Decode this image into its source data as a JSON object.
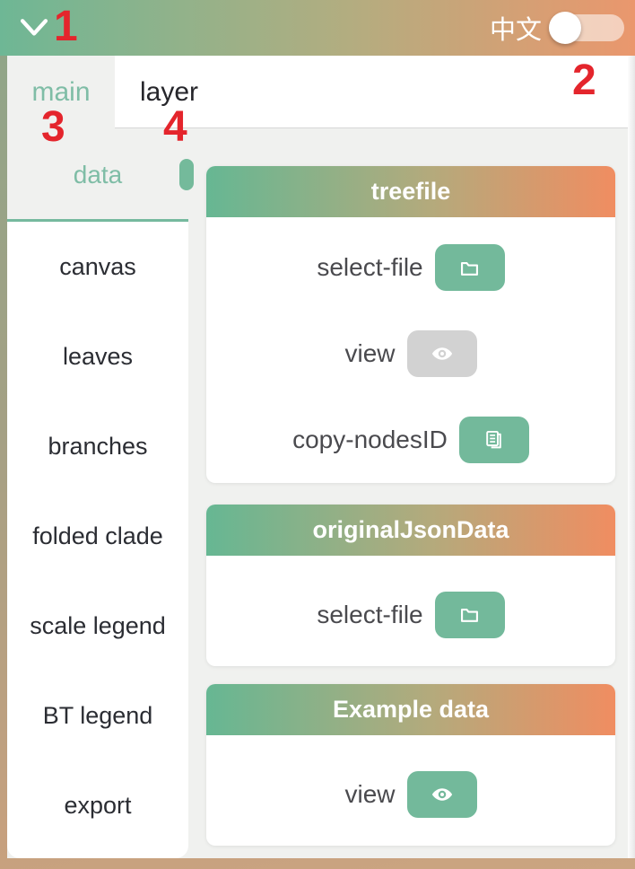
{
  "header": {
    "language_label": "中文",
    "language_toggle_state": "off"
  },
  "annotations": {
    "n1": "1",
    "n2": "2",
    "n3": "3",
    "n4": "4"
  },
  "tabs": [
    {
      "label": "main",
      "active": true
    },
    {
      "label": "layer",
      "active": false
    }
  ],
  "sidebar": {
    "active_item": "data",
    "items": [
      "canvas",
      "leaves",
      "branches",
      "folded clade",
      "scale legend",
      "BT legend",
      "export"
    ]
  },
  "cards": [
    {
      "title": "treefile",
      "rows": [
        {
          "label": "select-file",
          "icon": "folder-icon",
          "button_style": "primary"
        },
        {
          "label": "view",
          "icon": "eye-icon",
          "button_style": "disabled"
        },
        {
          "label": "copy-nodesID",
          "icon": "copy-icon",
          "button_style": "primary"
        }
      ]
    },
    {
      "title": "originalJsonData",
      "rows": [
        {
          "label": "select-file",
          "icon": "folder-icon",
          "button_style": "primary"
        }
      ]
    },
    {
      "title": "Example data",
      "rows": [
        {
          "label": "view",
          "icon": "eye-icon",
          "button_style": "primary"
        }
      ]
    }
  ],
  "colors": {
    "accent_teal": "#73b99b",
    "accent_teal_text": "#7fbda6",
    "header_gradient_left": "#6eb795",
    "header_gradient_right": "#ea976d",
    "card_gradient_left": "#66b793",
    "card_gradient_right": "#f08d61",
    "disabled_gray": "#d2d2d2",
    "annotation_red": "#e4252c"
  }
}
